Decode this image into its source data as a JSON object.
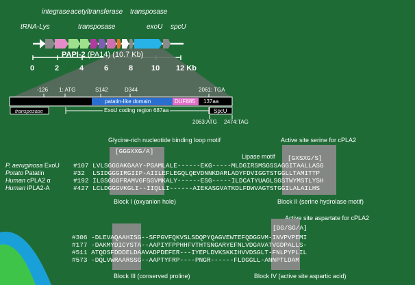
{
  "gene_map": {
    "labels": {
      "integrase": "integrase",
      "acetyltransferase": "acetyltransferase",
      "transposase_top": "transposase",
      "trna_lys": "tRNA-Lys",
      "transposase_mid": "transposase",
      "exou": "exoU",
      "spcu": "spcU"
    },
    "title_bold": "PAPI-2",
    "title_rest": "(PA14) (10.7 Kb)",
    "scale": [
      "0",
      "2",
      "4",
      "6",
      "8",
      "10",
      "12 Kb"
    ],
    "colors": {
      "integrase": "#e58cc8",
      "exou": "#27b3e8",
      "transposase": "#e8742a",
      "background": "#1f6b36"
    }
  },
  "region": {
    "labels": {
      "minus126": "-126",
      "atg": "1: ATG",
      "s142": "S142",
      "d344": "D344",
      "tga": "2061: TGA",
      "patatin_domain": "patatin-like domain",
      "duf885": "DUF885",
      "aa137": "137aa",
      "transposase": "transposase",
      "coding_region": "ExoU coding region 687aa",
      "spcu": "SpcU",
      "atg2063": "2063:ATG",
      "tag2474": "2474:TAG"
    }
  },
  "alignment": {
    "motifs": {
      "glycine": "Glycine-rich nucleotide binding loop motif",
      "active_serine": "Active site serine for cPLA2",
      "lipase": "Lipase motif",
      "active_aspartate": "Active site aspartate for cPLA2"
    },
    "consensus": {
      "block1": "[GGGXXG/A]",
      "block2": "[GXSXG/S]",
      "block4": "[DG/SG/A]"
    },
    "species": [
      {
        "italic": "P. aeruginosa",
        "plain": "ExoU"
      },
      {
        "italic": "Potato",
        "plain": "Patatin"
      },
      {
        "italic": "Human",
        "plain": "cPLA2 α"
      },
      {
        "italic": "Human",
        "plain": "iPLA2-A"
      }
    ],
    "rows_top": [
      "#107 LVLSGGGAKGAAY-PGAMLALE------EKG-----MLDGIRSMSGSSAGGITAALLASG",
      "#32  LSIDGGGIRGIIP-AIILEFLEGQLQEVDNNKDARLADYFDVIGGTSTGGLLTAMITTP",
      "#192 ILGSGGGFRAMVGFSGVMKALY------ESG-----ILDCATYUAGLSGSTWYMSTLYSH",
      "#427 LCLDGGGVKGLI--IIQLLI------AIEKASGVATKDLFDWVAGTSTGGILALAILHS"
    ],
    "rows_bottom": [
      "#306 -DLEVAQAAHISG--SFPGVFQKVSLSDQPYQAGVEWTEFQDGGVM-INVPVPEMI",
      "#177 -DAKMYDICYSTA--AAPIYFPPHHFVTHTSNGARYEFNLVDGAVATVGDPALLS-",
      "#511 ATQDSFDDDELDAAVADPDEFER---IYEPLDVKSKKIHVVDSGLT-FNLPYPLIL",
      "#573 -DQLVWRAARSSG--AAPTYFRP----PNGR------FLDGGLL-ANNPTLDAM"
    ],
    "blocks": {
      "b1": "Block I (oxyanion hole)",
      "b2": "Block II (serine hydrolase motif)",
      "b3": "Block III (conserved proline)",
      "b4": "Block IV (active site aspartic acid)"
    }
  }
}
